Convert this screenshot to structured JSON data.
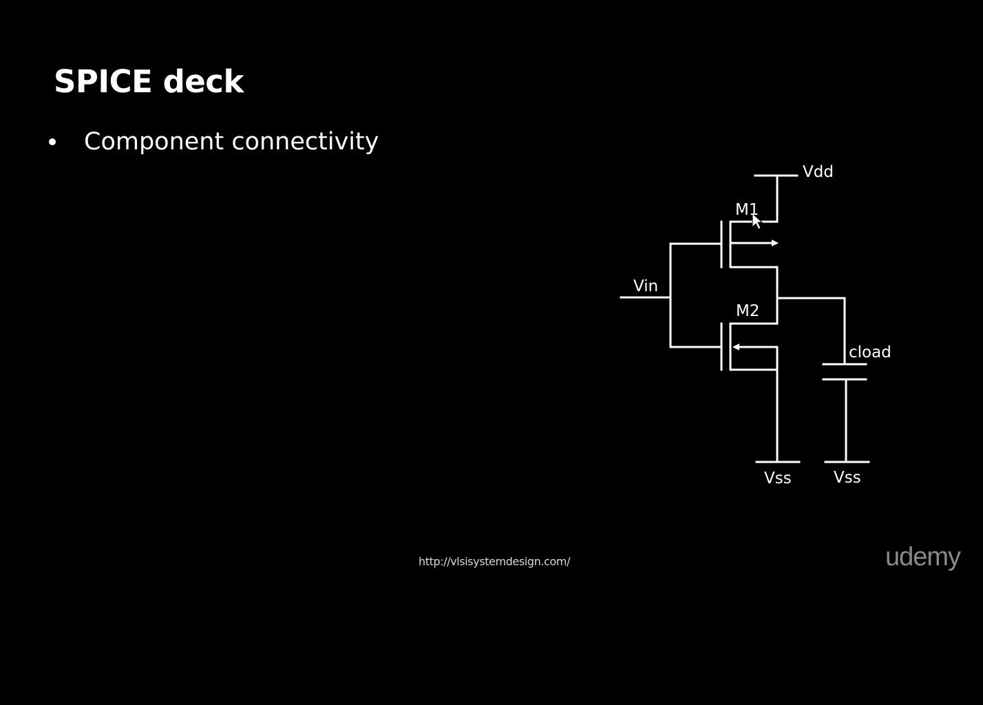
{
  "slide": {
    "title": "SPICE deck",
    "bullets": [
      "Component connectivity"
    ],
    "footer_url": "http://vlsisystemdesign.com/",
    "logo_text": "udemy"
  },
  "circuit": {
    "labels": {
      "vdd": "Vdd",
      "m1": "M1",
      "vin": "Vin",
      "m2": "M2",
      "cload": "cload",
      "vss_left": "Vss",
      "vss_right": "Vss"
    },
    "line_color": "#ffffff"
  },
  "colors": {
    "background": "#000000",
    "text": "#ffffff",
    "footer_text": "#d8d8d8",
    "logo": "#8a8a8a"
  }
}
